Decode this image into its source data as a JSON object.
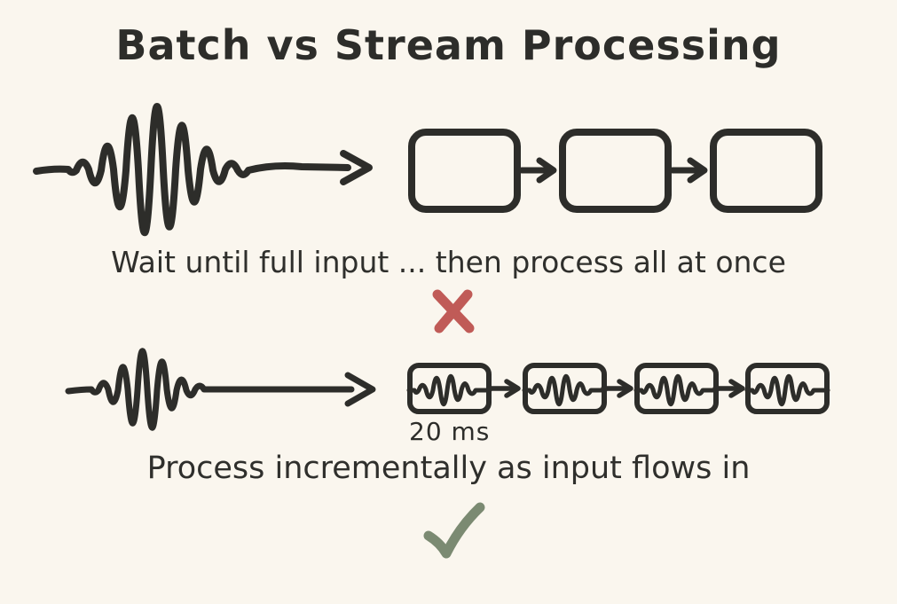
{
  "title": "Batch vs Stream Processing",
  "colors": {
    "background": "#faf6ee",
    "ink": "#2d2d2a",
    "cross_red": "#c05b57",
    "check_green": "#7b8a72"
  },
  "batch": {
    "caption": "Wait until full input ... then process all at once",
    "stage_count": 3,
    "verdict_icon": "cross-icon"
  },
  "stream": {
    "caption": "Process incrementally as input flows in",
    "chunk_duration_label": "20 ms",
    "chunk_count": 4,
    "verdict_icon": "check-icon"
  }
}
